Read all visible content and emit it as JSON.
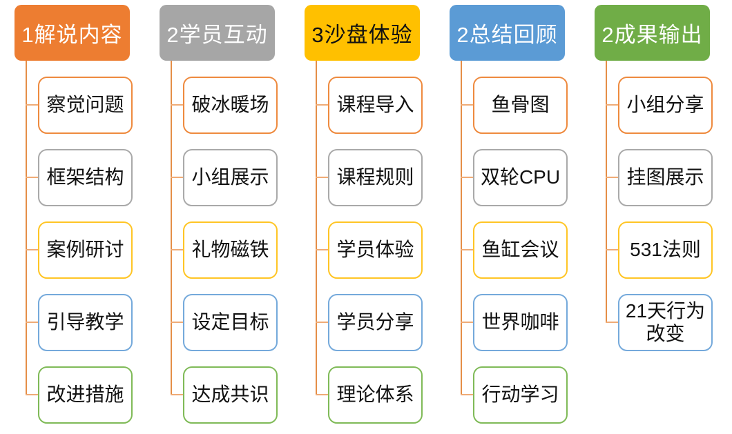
{
  "palette": {
    "connector": "#E58E47",
    "connector-light": "#EFAB76",
    "orange": "#ED7D31",
    "gray": "#A6A6A6",
    "gold": "#FFC000",
    "blue": "#5B9BD5",
    "green": "#70AD47"
  },
  "columns": [
    {
      "header": {
        "label": "1解说内容",
        "bg": "#ED7D31",
        "text": "#FFFFFF"
      },
      "items": [
        {
          "label": "察觉问题",
          "border": "#EE8A3E"
        },
        {
          "label": "框架结构",
          "border": "#A9A9A9"
        },
        {
          "label": "案例研讨",
          "border": "#FFC524"
        },
        {
          "label": "引导教学",
          "border": "#74A9DB"
        },
        {
          "label": "改进措施",
          "border": "#7FBA57"
        }
      ]
    },
    {
      "header": {
        "label": "2学员互动",
        "bg": "#A6A6A6",
        "text": "#FFFFFF"
      },
      "items": [
        {
          "label": "破冰暖场",
          "border": "#EE8A3E"
        },
        {
          "label": "小组展示",
          "border": "#A9A9A9"
        },
        {
          "label": "礼物磁铁",
          "border": "#FFC524"
        },
        {
          "label": "设定目标",
          "border": "#74A9DB"
        },
        {
          "label": "达成共识",
          "border": "#7FBA57"
        }
      ]
    },
    {
      "header": {
        "label": "3沙盘体验",
        "bg": "#FFC000",
        "text": "#111111"
      },
      "items": [
        {
          "label": "课程导入",
          "border": "#EE8A3E"
        },
        {
          "label": "课程规则",
          "border": "#A9A9A9"
        },
        {
          "label": "学员体验",
          "border": "#FFC524"
        },
        {
          "label": "学员分享",
          "border": "#74A9DB"
        },
        {
          "label": "理论体系",
          "border": "#7FBA57"
        }
      ]
    },
    {
      "header": {
        "label": "2总结回顾",
        "bg": "#5B9BD5",
        "text": "#FFFFFF"
      },
      "items": [
        {
          "label": "鱼骨图",
          "border": "#EE8A3E"
        },
        {
          "label": "双轮CPU",
          "border": "#A9A9A9"
        },
        {
          "label": "鱼缸会议",
          "border": "#FFC524"
        },
        {
          "label": "世界咖啡",
          "border": "#74A9DB"
        },
        {
          "label": "行动学习",
          "border": "#7FBA57"
        }
      ]
    },
    {
      "header": {
        "label": "2成果输出",
        "bg": "#70AD47",
        "text": "#FFFFFF"
      },
      "items": [
        {
          "label": "小组分享",
          "border": "#EE8A3E"
        },
        {
          "label": "挂图展示",
          "border": "#A9A9A9"
        },
        {
          "label": "531法则",
          "border": "#FFC524"
        },
        {
          "label": "21天行为改变",
          "border": "#74A9DB"
        }
      ]
    }
  ]
}
